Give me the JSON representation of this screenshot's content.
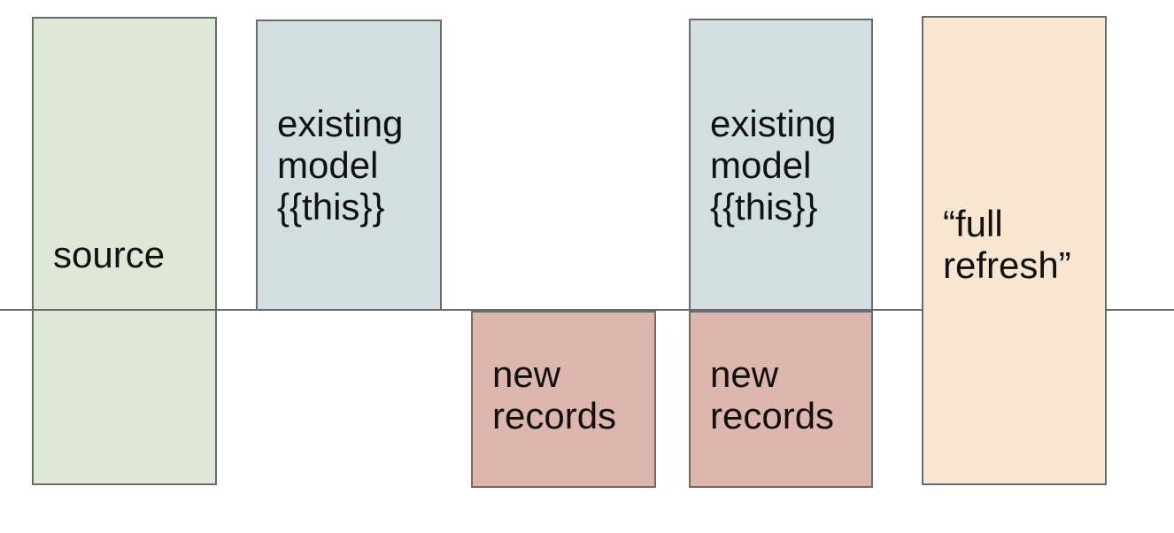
{
  "diagram": {
    "title_meaning": "incremental model materialization diagram",
    "colors": {
      "background": "#ffffff",
      "border_gray": "#6b6b6b",
      "text": "#111111",
      "source_green": "#dde9d6",
      "existing_model_blue": "#d3dee3",
      "new_records_pink": "#ddb7ad",
      "full_refresh_peach": "#f8e6d1"
    },
    "boxes": {
      "source": {
        "label": "source",
        "fill": "#dde9d6"
      },
      "existing_model_1": {
        "label": "existing\nmodel\n{{this}}",
        "fill": "#d3dee3"
      },
      "new_records_1": {
        "label": "new\nrecords",
        "fill": "#ddb7ad"
      },
      "existing_model_2": {
        "label": "existing\nmodel\n{{this}}",
        "fill": "#d3dee3"
      },
      "new_records_2": {
        "label": "new\nrecords",
        "fill": "#ddb7ad"
      },
      "full_refresh": {
        "label": "“full\nrefresh”",
        "fill": "#f8e6d1"
      }
    },
    "divider": {
      "color": "#6b6b6b"
    }
  }
}
